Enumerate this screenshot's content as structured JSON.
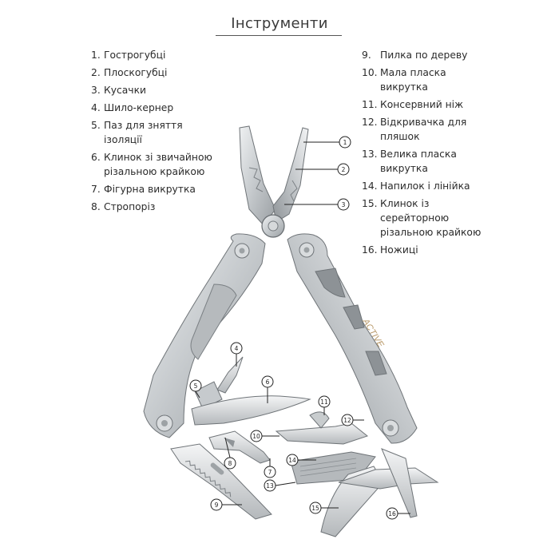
{
  "title": "Інструменти",
  "legend_left": [
    {
      "num": "1.",
      "text": "Гострогубці"
    },
    {
      "num": "2.",
      "text": "Плоскогубці"
    },
    {
      "num": "3.",
      "text": "Кусачки"
    },
    {
      "num": "4.",
      "text": "Шило-кернер"
    },
    {
      "num": "5.",
      "text": "Паз для зняття\nізоляції"
    },
    {
      "num": "6.",
      "text": "Клинок зі звичайною\nрізальною крайкою"
    },
    {
      "num": "7.",
      "text": "Фігурна викрутка"
    },
    {
      "num": "8.",
      "text": "Стропоріз"
    }
  ],
  "legend_right": [
    {
      "num": "9.",
      "text": "Пилка по дереву"
    },
    {
      "num": "10.",
      "text": "Мала пласка\nвикрутка"
    },
    {
      "num": "11.",
      "text": "Консервний ніж"
    },
    {
      "num": "12.",
      "text": "Відкривачка для\nпляшок"
    },
    {
      "num": "13.",
      "text": "Велика пласка\nвикрутка"
    },
    {
      "num": "14.",
      "text": "Напилок і лінійка"
    },
    {
      "num": "15.",
      "text": "Клинок із\nсерейторною\nрізальною крайкою"
    },
    {
      "num": "16.",
      "text": "Ножиці"
    }
  ],
  "brand_text": "ACTIVE",
  "callout_labels": [
    "1",
    "2",
    "3",
    "4",
    "5",
    "6",
    "7",
    "8",
    "9",
    "10",
    "11",
    "12",
    "13",
    "14",
    "15",
    "16"
  ]
}
